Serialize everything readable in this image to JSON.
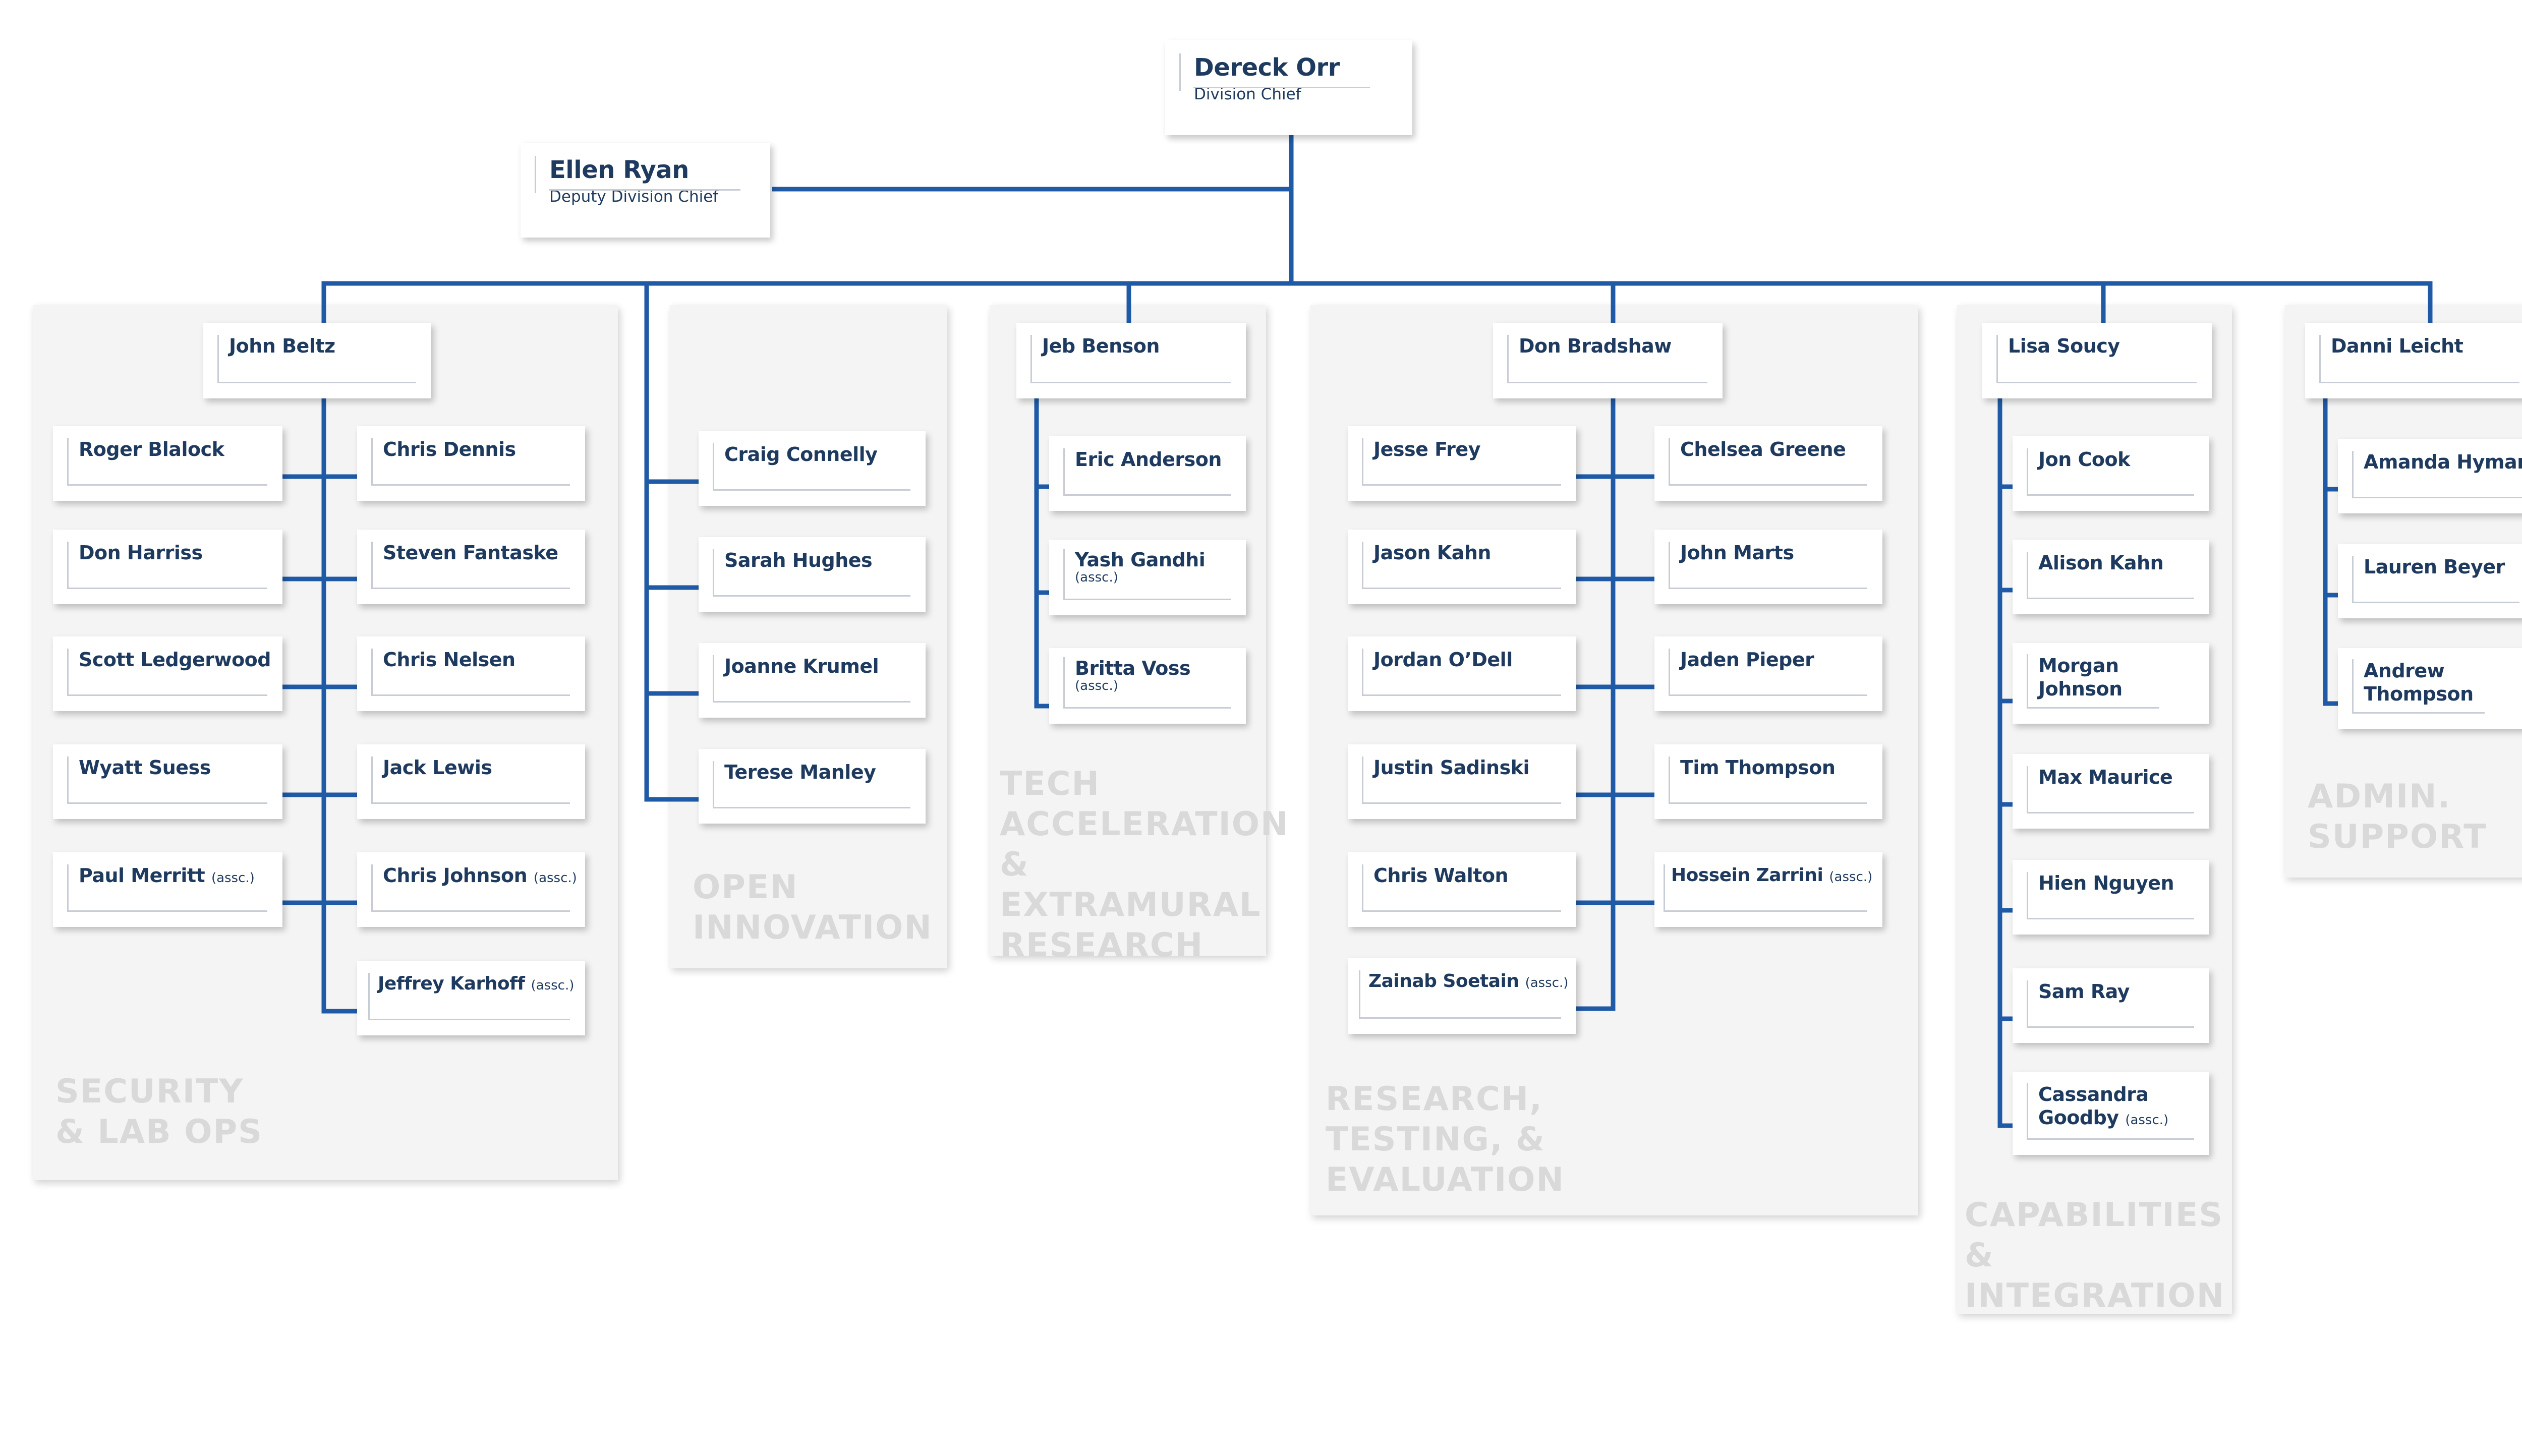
{
  "top": {
    "chief": {
      "name": "Dereck Orr",
      "title": "Division Chief"
    },
    "deputy": {
      "name": "Ellen Ryan",
      "title": "Deputy Division Chief"
    }
  },
  "groups": {
    "security": {
      "label": "SECURITY\n& LAB OPS",
      "lead": "John Beltz",
      "left": [
        "Roger Blalock",
        "Don Harriss",
        "Scott Ledgerwood",
        "Wyatt Suess",
        "Paul Merritt"
      ],
      "right": [
        "Chris Dennis",
        "Steven Fantaske",
        "Chris Nelsen",
        "Jack Lewis",
        "Chris Johnson",
        "Jeffrey Karhoff"
      ],
      "assc_label": "(assc.)"
    },
    "open": {
      "label": "OPEN\nINNOVATION",
      "members": [
        "Craig Connelly",
        "Sarah Hughes",
        "Joanne Krumel",
        "Terese Manley"
      ]
    },
    "tech": {
      "label": "TECH\nACCELERATION\n& EXTRAMURAL\nRESEARCH",
      "lead": "Jeb Benson",
      "members": [
        "Eric Anderson",
        "Yash Gandhi",
        "Britta Voss"
      ],
      "assc_label": "(assc.)"
    },
    "rte": {
      "label": "RESEARCH,\nTESTING, &\nEVALUATION",
      "lead": "Don Bradshaw",
      "left": [
        "Jesse Frey",
        "Jason Kahn",
        "Jordan O’Dell",
        "Justin Sadinski",
        "Chris Walton",
        "Zainab Soetain"
      ],
      "right": [
        "Chelsea Greene",
        "John Marts",
        "Jaden Pieper",
        "Tim Thompson",
        "Hossein Zarrini"
      ],
      "assc_label": "(assc.)"
    },
    "cap": {
      "label": "CAPABILITIES\n& INTEGRATION",
      "lead": "Lisa Soucy",
      "members": [
        "Jon Cook",
        "Alison Kahn",
        "Morgan Johnson",
        "Max Maurice",
        "Hien Nguyen",
        "Sam Ray",
        "Cassandra Goodby"
      ],
      "assc_label": "(assc.)"
    },
    "admin": {
      "label": "ADMIN.\nSUPPORT",
      "lead": "Danni Leicht",
      "members": [
        "Amanda Hyman",
        "Lauren Beyer",
        "Andrew Thompson"
      ]
    }
  },
  "colors": {
    "line": "#1f5aa6",
    "name": "#1e3a5f",
    "panel": "#f4f4f4",
    "panel_label": "#d9d9d9"
  }
}
